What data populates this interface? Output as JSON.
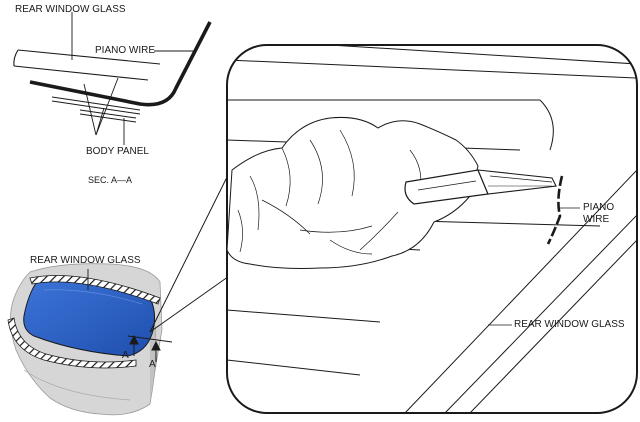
{
  "section_view": {
    "rear_window_glass": "REAR WINDOW GLASS",
    "piano_wire": "PIANO WIRE",
    "body_panel": "BODY PANEL",
    "section_caption": "SEC. A—A"
  },
  "overview": {
    "rear_window_glass": "REAR WINDOW GLASS",
    "section_mark_a_left": "A",
    "section_mark_a_right": "A"
  },
  "detail_view": {
    "piano_wire_line1": "PIANO",
    "piano_wire_line2": "WIRE",
    "rear_window_glass": "REAR WINDOW GLASS"
  },
  "colors": {
    "glass_fill": "#2f63c8",
    "body_fill": "#d4d4d4",
    "line": "#1a1a1a"
  }
}
